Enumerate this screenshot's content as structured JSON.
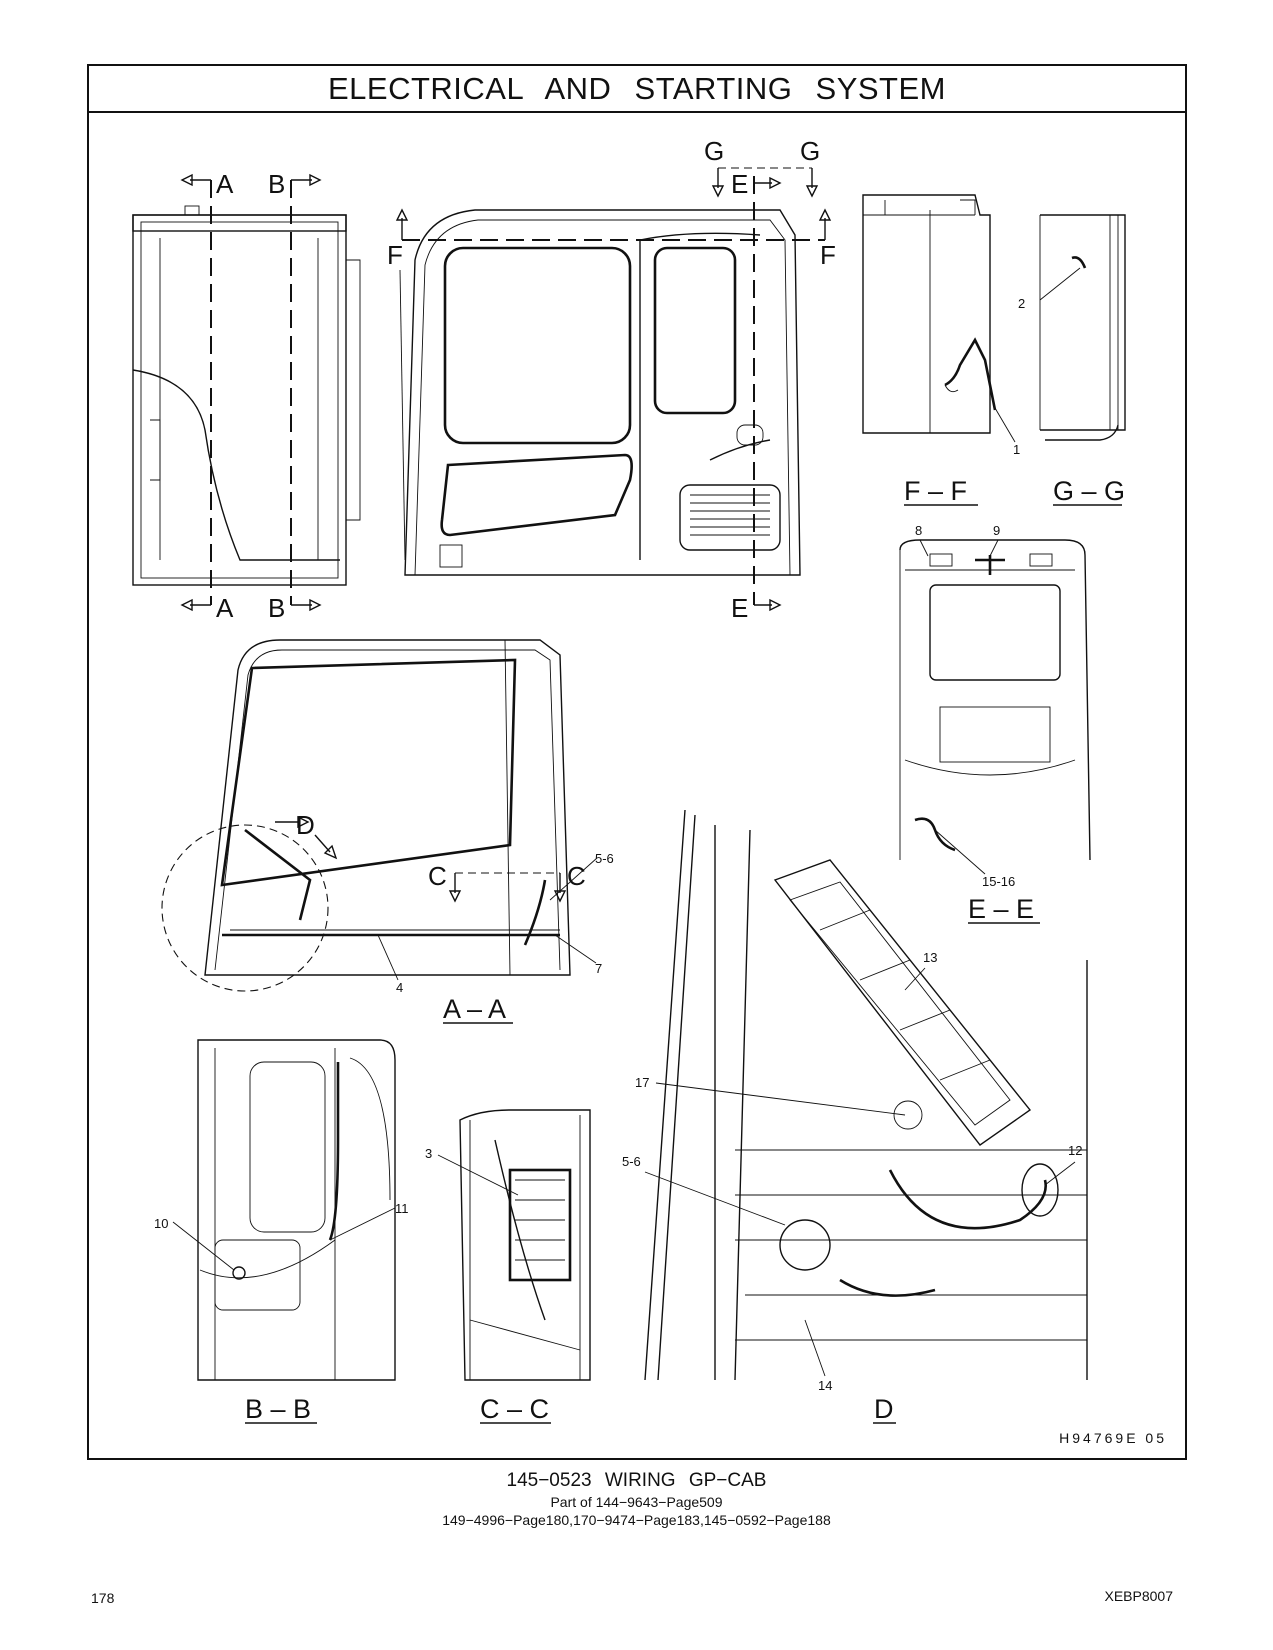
{
  "header": {
    "title": "ELECTRICAL   AND   STARTING   SYSTEM"
  },
  "sections": {
    "a_a": "A – A",
    "b_b": "B – B",
    "c_c": "C – C",
    "d": "D",
    "e_e": "E – E",
    "f_f": "F – F",
    "g_g": "G – G"
  },
  "cut_labels": {
    "a": "A",
    "b": "B",
    "c": "C",
    "d": "D",
    "e": "E",
    "f": "F",
    "g": "G"
  },
  "callouts": {
    "c1": "1",
    "c2": "2",
    "c3": "3",
    "c4": "4",
    "c5_6": "5-6",
    "c7": "7",
    "c8": "8",
    "c9": "9",
    "c10": "10",
    "c11": "11",
    "c12": "12",
    "c13": "13",
    "c14": "14",
    "c15_16": "15-16",
    "c17": "17"
  },
  "drawing_id": "H94769E    05",
  "caption": {
    "title": "145−0523   WIRING  GP−CAB",
    "line2": "Part of 144−9643−Page509",
    "line3": "149−4996−Page180,170−9474−Page183,145−0592−Page188"
  },
  "footer": {
    "page_number": "178",
    "doc_code": "XEBP8007"
  }
}
